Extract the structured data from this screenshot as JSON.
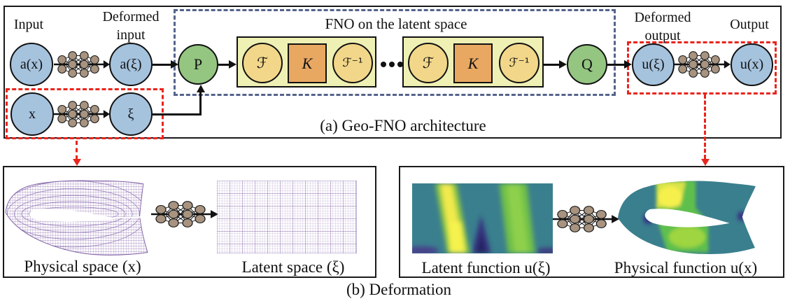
{
  "figure": {
    "panel_a": {
      "caption": "(a) Geo-FNO architecture",
      "labels": {
        "input": "Input",
        "deformed_input_l1": "Deformed",
        "deformed_input_l2": "input",
        "fno_title": "FNO on the latent space",
        "deformed_output_l1": "Deformed",
        "deformed_output_l2": "output",
        "output": "Output"
      },
      "nodes": {
        "a_x": "a(x)",
        "a_xi": "a(ξ)",
        "x": "x",
        "xi": "ξ",
        "p": "P",
        "q": "Q",
        "u_xi": "u(ξ)",
        "u_x": "u(x)"
      },
      "fno_block": {
        "fourier": "ℱ",
        "kernel": "K",
        "fourier_inverse": "ℱ⁻¹"
      },
      "ellipsis": "•••"
    },
    "panel_b": {
      "caption": "(b) Deformation",
      "physical_space": "Physical space (x)",
      "latent_space": "Latent space (ξ)",
      "latent_function": "Latent function u(ξ)",
      "physical_function": "Physical function u(x)"
    },
    "colors": {
      "node_blue": "#a6c3de",
      "node_green": "#94c581",
      "fno_block_bg": "#eff0b4",
      "fourier_circle": "#f2d78a",
      "kernel_square": "#e8a862",
      "nn_node": "#a7937f",
      "dashed_blue": "#55648c",
      "dashed_red": "#e8251d",
      "mesh_purple": "#8a68ab",
      "viridis_teal": "#3a7f8e",
      "viridis_yellow": "#f2ea4e",
      "viridis_green": "#6fc048",
      "viridis_navy": "#35317e"
    }
  }
}
